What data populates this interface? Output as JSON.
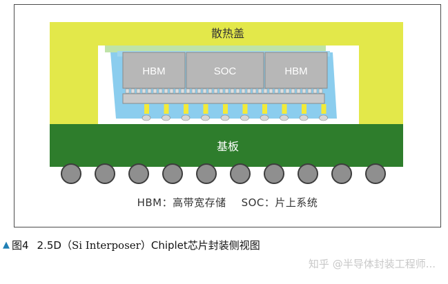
{
  "diagram": {
    "heat_spreader_label": "散热盖",
    "dies": [
      {
        "label": "HBM"
      },
      {
        "label": "SOC"
      },
      {
        "label": "HBM"
      }
    ],
    "substrate_label": "基板",
    "legend": {
      "hbm": "HBM：高带宽存储",
      "soc": "SOC：片上系统"
    },
    "colors": {
      "heat_spreader": "#e3e84a",
      "die": "#b7b7b7",
      "interposer": "#c9c9c9",
      "underfill": "#7ec8ec",
      "substrate": "#2e7d2c",
      "microbump": "#f2ea3a",
      "solder_ball": "#8f8f8f"
    }
  },
  "caption": {
    "marker": "▲",
    "figure_number": "图4",
    "title_a": "2.5D（",
    "title_b": "Si Interposer",
    "title_c": "）Chiplet芯片封装侧视图"
  },
  "watermark": "知乎 @半导体封装工程师..."
}
